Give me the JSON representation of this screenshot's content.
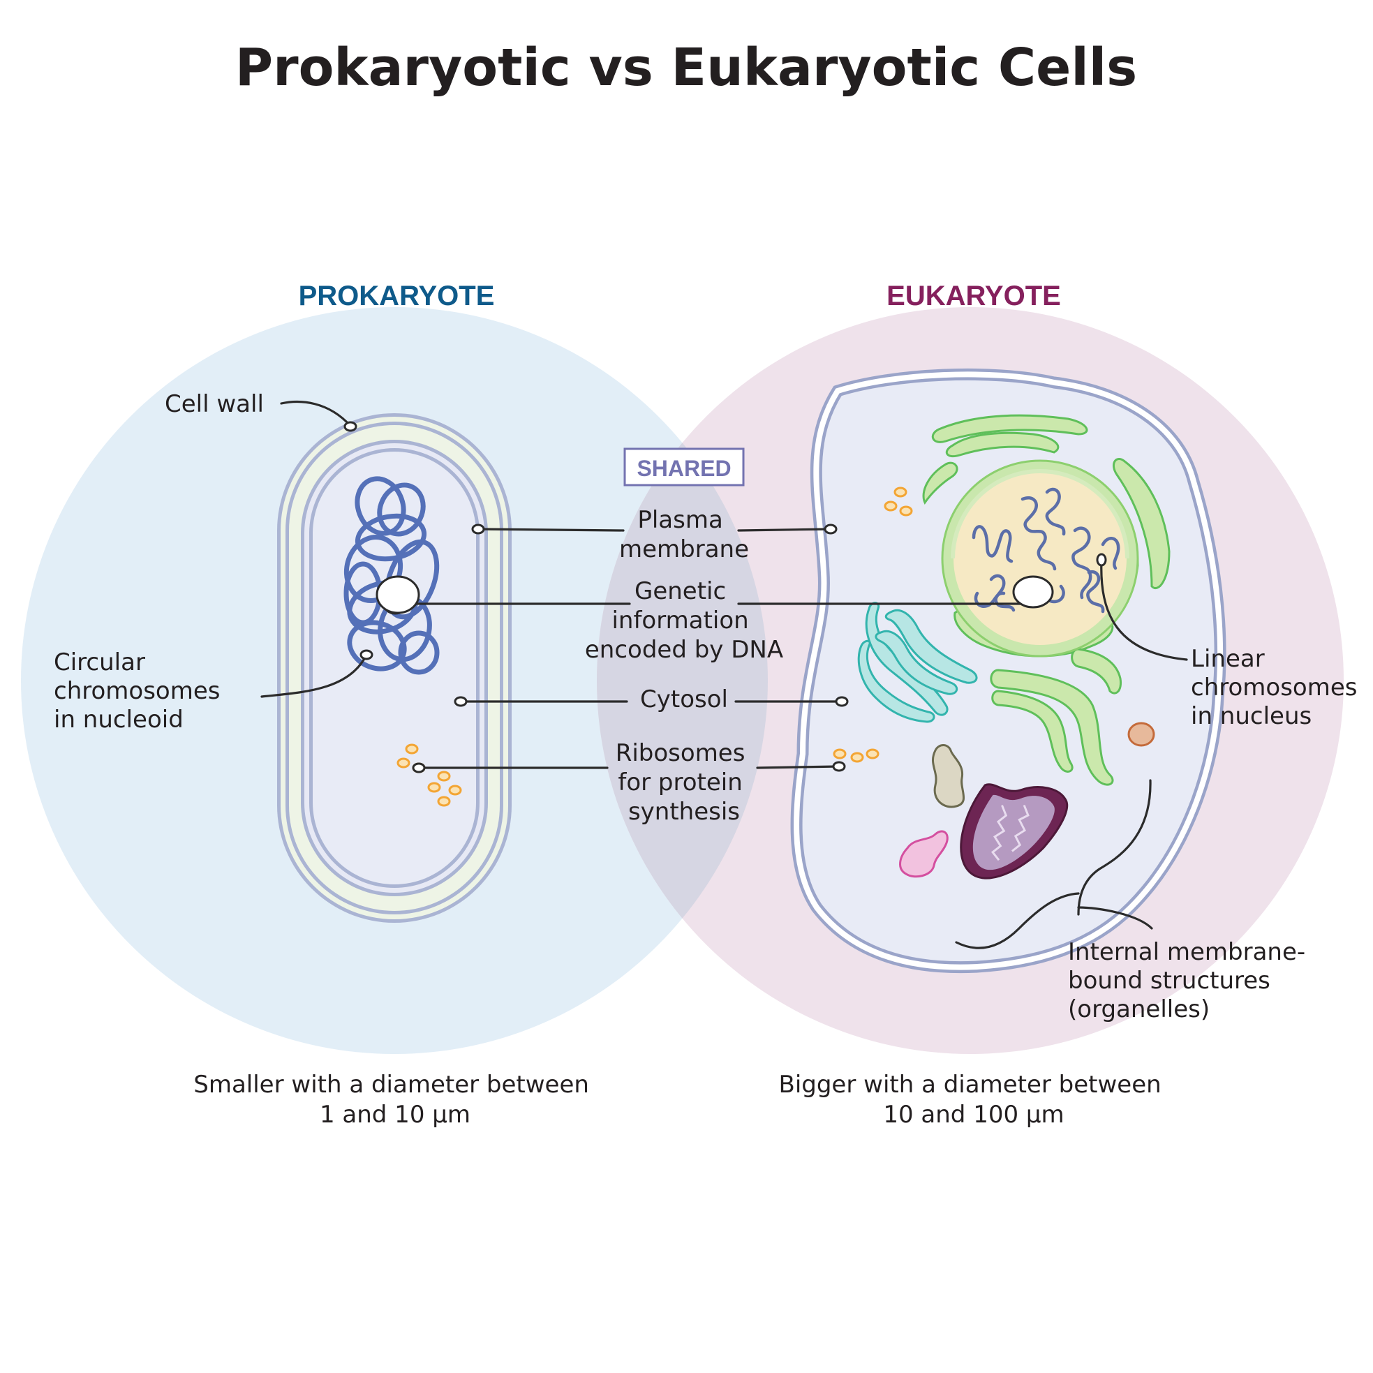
{
  "title": "Prokaryotic vs Eukaryotic Cells",
  "prokaryote": {
    "heading": "PROKARYOTE",
    "color": "#0e5a8a",
    "circle_color": "#e2eef7",
    "labels": {
      "cell_wall": "Cell wall",
      "chromosomes": [
        "Circular",
        "chromosomes",
        "in nucleoid"
      ]
    },
    "size_caption": [
      "Smaller with a diameter between",
      "1 and 10 µm"
    ]
  },
  "eukaryote": {
    "heading": "EUKARYOTE",
    "color": "#85205d",
    "circle_color": "#efe2eb",
    "labels": {
      "chromosomes": [
        "Linear",
        "chromosomes",
        "in nucleus"
      ],
      "organelles": [
        "Internal membrane-",
        "bound structures",
        "(organelles)"
      ]
    },
    "size_caption": [
      "Bigger with a diameter between",
      "10 and 100 µm"
    ]
  },
  "shared": {
    "badge": "SHARED",
    "badge_color": "#7373b0",
    "overlap_color": "#d6d6e3",
    "features": {
      "plasma_membrane": [
        "Plasma",
        "membrane"
      ],
      "genetic_info": [
        "Genetic",
        "information",
        "encoded by DNA"
      ],
      "cytosol": [
        "Cytosol"
      ],
      "ribosomes": [
        "Ribosomes",
        "for protein",
        "synthesis"
      ]
    }
  },
  "icons": [
    "nucleoid-dna-icon",
    "nucleus-icon",
    "endoplasmic-reticulum-icon",
    "golgi-icon",
    "mitochondrion-icon",
    "vesicle-icon",
    "ribosome-icon"
  ]
}
